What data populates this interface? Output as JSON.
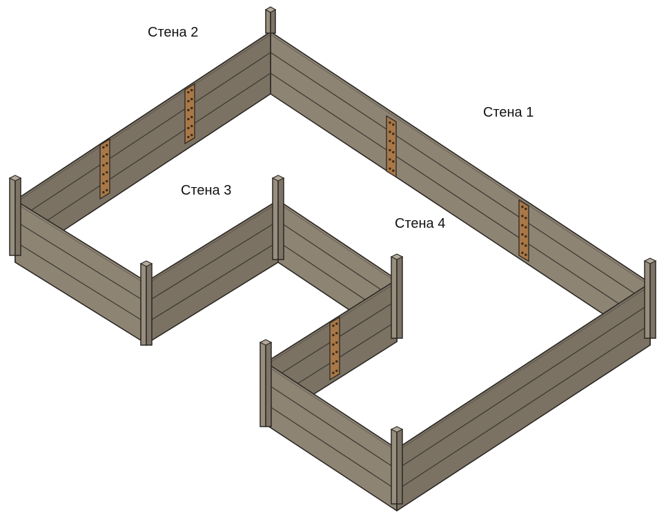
{
  "labels": {
    "wall_1": "Стена 1",
    "wall_2": "Стена 2",
    "wall_3": "Стена 3",
    "wall_4": "Стена 4"
  },
  "colors": {
    "board_face": "#8e8474",
    "board_shade": "#7b7263",
    "board_line": "#3e3a33",
    "post": "#988e7e",
    "post_side": "#7d7466",
    "plate": "#a87848",
    "plate_bolt": "#3a2a1a",
    "outline": "#2a2723"
  }
}
